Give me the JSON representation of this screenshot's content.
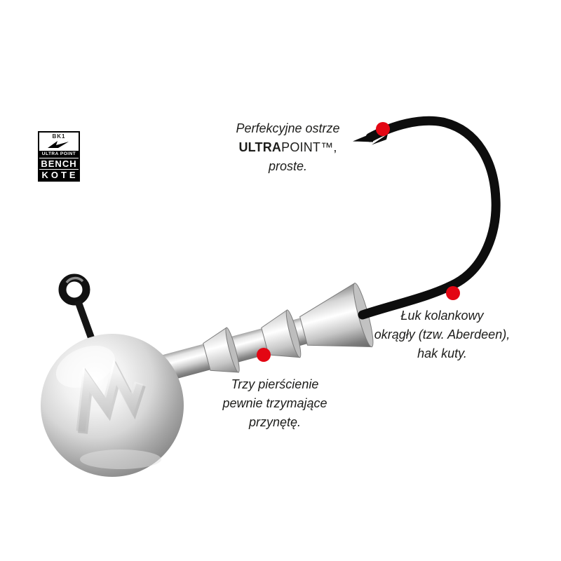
{
  "page": {
    "background": "#ffffff"
  },
  "badge": {
    "code": "BK1",
    "line1": "ULTRA POINT",
    "line2": "BENCH",
    "line3": "KOTE"
  },
  "annotations": {
    "point": {
      "line1": "Perfekcyjne ostrze",
      "brand_bold": "ULTRA",
      "brand_rest": "POINT™,",
      "line3": "proste."
    },
    "bend": {
      "line1": "Łuk kolankowy",
      "line2": "okrągły (tzw. Aberdeen),",
      "line3": "hak kuty."
    },
    "rings": {
      "line1": "Trzy pierścienie",
      "line2": "pewnie trzymające",
      "line3": "przynętę."
    }
  },
  "colors": {
    "callout_dot": "#e30613",
    "text": "#1d1d1b",
    "hook": "#0d0d0d"
  }
}
